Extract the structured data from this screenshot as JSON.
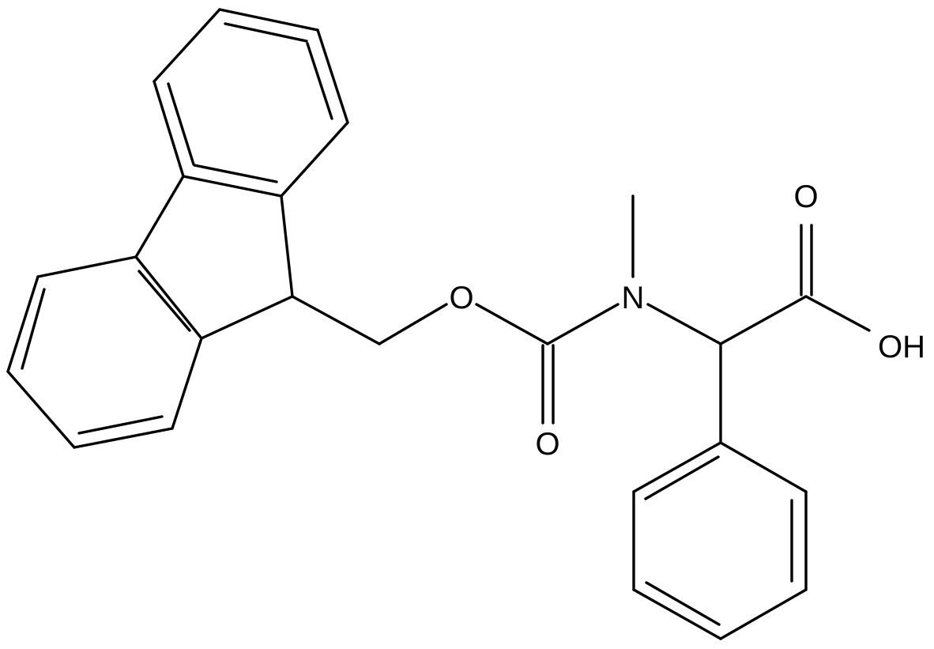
{
  "molecule": {
    "atom_labels": {
      "ester_oxygen": "O",
      "nitrogen": "N",
      "carbonyl_oxygen": "O",
      "acid_oxygen": "O",
      "hydroxyl": "OH"
    },
    "colors": {
      "bonds": "#000000",
      "background": "#ffffff"
    }
  }
}
